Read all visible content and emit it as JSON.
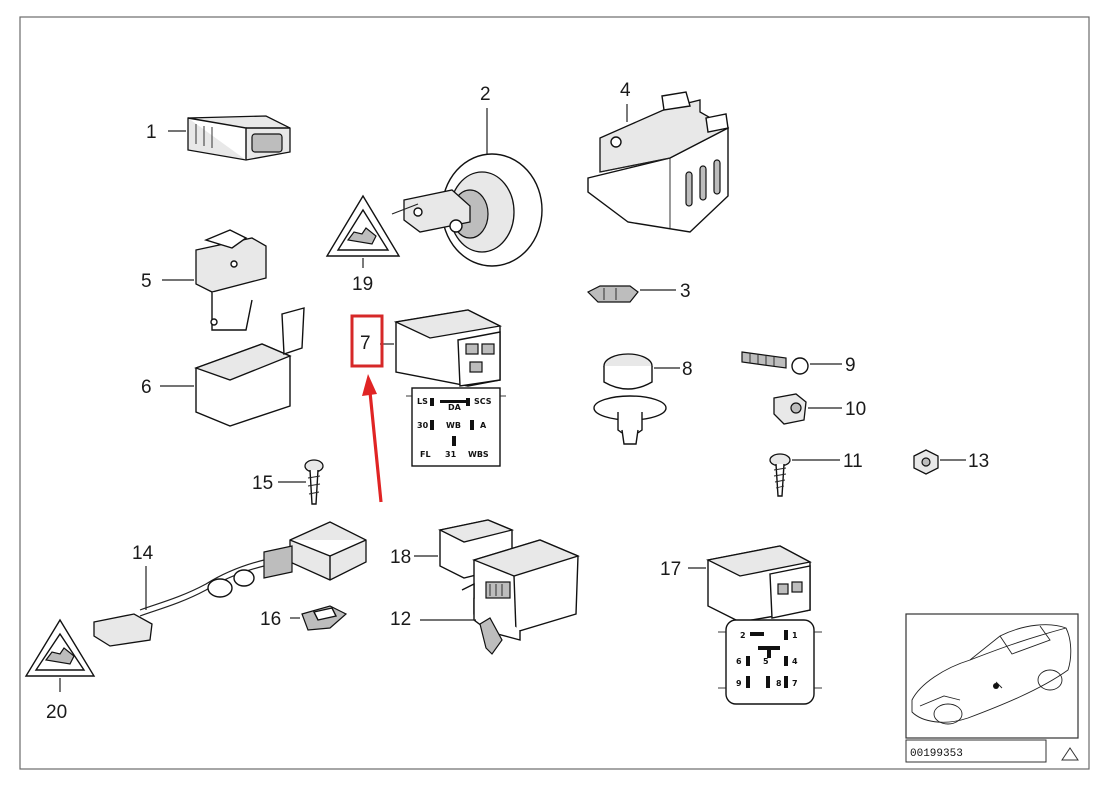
{
  "diagram": {
    "reference_number": "00199353",
    "parts": [
      {
        "id": "p1",
        "label": "1"
      },
      {
        "id": "p2",
        "label": "2"
      },
      {
        "id": "p3",
        "label": "3"
      },
      {
        "id": "p4",
        "label": "4"
      },
      {
        "id": "p5",
        "label": "5"
      },
      {
        "id": "p6",
        "label": "6"
      },
      {
        "id": "p7",
        "label": "7"
      },
      {
        "id": "p8",
        "label": "8"
      },
      {
        "id": "p9",
        "label": "9"
      },
      {
        "id": "p10",
        "label": "10"
      },
      {
        "id": "p11",
        "label": "11"
      },
      {
        "id": "p12",
        "label": "12"
      },
      {
        "id": "p13",
        "label": "13"
      },
      {
        "id": "p14",
        "label": "14"
      },
      {
        "id": "p15",
        "label": "15"
      },
      {
        "id": "p16",
        "label": "16"
      },
      {
        "id": "p17",
        "label": "17"
      },
      {
        "id": "p18",
        "label": "18"
      },
      {
        "id": "p19",
        "label": "19"
      },
      {
        "id": "p20",
        "label": "20"
      }
    ],
    "relay7_pins": [
      "LS",
      "DA",
      "SCS",
      "30",
      "WB",
      "A",
      "FL",
      "31",
      "WBS"
    ],
    "relay17_pins": [
      "2",
      "1",
      "6",
      "5",
      "4",
      "9",
      "8",
      "7"
    ],
    "highlight": {
      "target_label": "7",
      "box_color": "#d62828",
      "arrow_color": "#e02424"
    }
  }
}
